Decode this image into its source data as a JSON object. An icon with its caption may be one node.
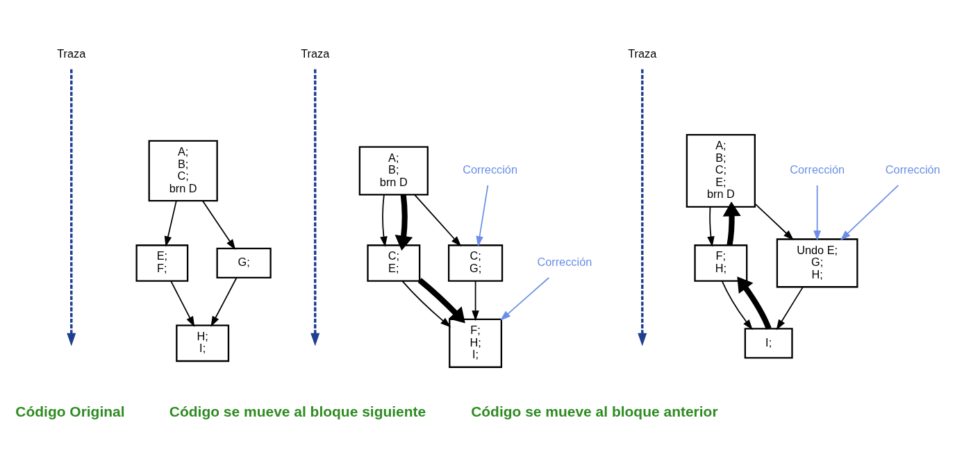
{
  "diagram": {
    "nodes": [
      {
        "text": [
          "Traza"
        ]
      },
      {
        "text": [
          "A;",
          "B;",
          "C;",
          "brn D"
        ]
      },
      {
        "text": [
          "E;",
          "F;"
        ]
      },
      {
        "text": [
          "G;"
        ]
      },
      {
        "text": [
          "H;",
          "I;"
        ]
      },
      {
        "text": [
          "Traza"
        ]
      },
      {
        "text": [
          "A;",
          "B;",
          "brn D"
        ]
      },
      {
        "text": [
          "C;",
          "E;"
        ]
      },
      {
        "text": [
          "C;",
          "G;"
        ]
      },
      {
        "text": [
          "F;",
          "H;",
          "I;"
        ]
      },
      {
        "text": [
          "Corrección"
        ]
      },
      {
        "text": [
          "Corrección"
        ]
      },
      {
        "text": [
          "Traza"
        ]
      },
      {
        "text": [
          "A;",
          "B;",
          "C;",
          "E;",
          "brn D"
        ]
      },
      {
        "text": [
          "F;",
          "H;"
        ]
      },
      {
        "text": [
          "Undo E;",
          "G;",
          "H;"
        ]
      },
      {
        "text": [
          "I;"
        ]
      },
      {
        "text": [
          "Corrección"
        ]
      },
      {
        "text": [
          "Corrección"
        ]
      }
    ],
    "edges": [
      {
        "from": 0,
        "to": null,
        "arrow": "to",
        "style": "dashed",
        "color": "#1f3f8f"
      },
      {
        "from": 1,
        "to": 2,
        "arrow": "to"
      },
      {
        "from": 1,
        "to": 3,
        "arrow": "to"
      },
      {
        "from": 2,
        "to": 4,
        "arrow": "to"
      },
      {
        "from": 3,
        "to": 4,
        "arrow": "to"
      },
      {
        "from": 5,
        "to": null,
        "arrow": "to",
        "style": "dashed",
        "color": "#1f3f8f"
      },
      {
        "from": 6,
        "to": 7,
        "arrow": "to"
      },
      {
        "from": 6,
        "to": 8,
        "arrow": "to"
      },
      {
        "from": 7,
        "to": 9,
        "arrow": "to"
      },
      {
        "from": 8,
        "to": 9,
        "arrow": "to"
      },
      {
        "from": 6,
        "to": 7,
        "arrow": "to",
        "style": "thick"
      },
      {
        "from": 7,
        "to": 9,
        "arrow": "to",
        "style": "thick"
      },
      {
        "from": 10,
        "to": 8,
        "arrow": "to",
        "color": "#6b8ee8"
      },
      {
        "from": 11,
        "to": 9,
        "arrow": "to",
        "color": "#6b8ee8"
      },
      {
        "from": 12,
        "to": null,
        "arrow": "to",
        "style": "dashed",
        "color": "#1f3f8f"
      },
      {
        "from": 13,
        "to": 14,
        "arrow": "to"
      },
      {
        "from": 13,
        "to": 15,
        "arrow": "to"
      },
      {
        "from": 14,
        "to": 16,
        "arrow": "to"
      },
      {
        "from": 15,
        "to": 16,
        "arrow": "to"
      },
      {
        "from": 14,
        "to": 13,
        "arrow": "to",
        "style": "thick"
      },
      {
        "from": 16,
        "to": 14,
        "arrow": "to",
        "style": "thick"
      },
      {
        "from": 17,
        "to": 15,
        "arrow": "to",
        "color": "#6b8ee8"
      },
      {
        "from": 18,
        "to": 15,
        "arrow": "to",
        "color": "#6b8ee8"
      }
    ],
    "labels": [
      "Código Original",
      "Código se mueve al bloque siguiente",
      "Código se mueve al bloque anterior"
    ]
  }
}
